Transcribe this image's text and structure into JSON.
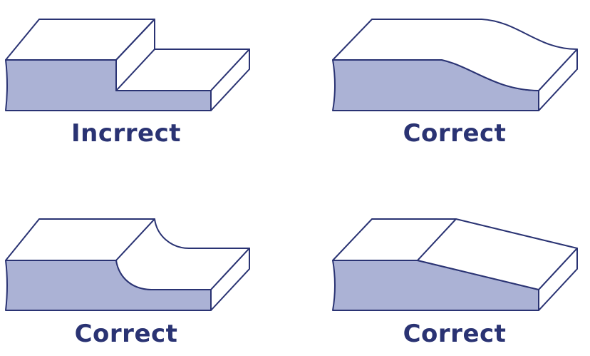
{
  "colors": {
    "fill": "#abb2d5",
    "stroke": "#2a3373",
    "text": "#2a3373",
    "top": "#ffffff"
  },
  "panels": [
    {
      "label": "Incrrect"
    },
    {
      "label": "Correct"
    },
    {
      "label": "Correct"
    },
    {
      "label": "Correct"
    }
  ]
}
